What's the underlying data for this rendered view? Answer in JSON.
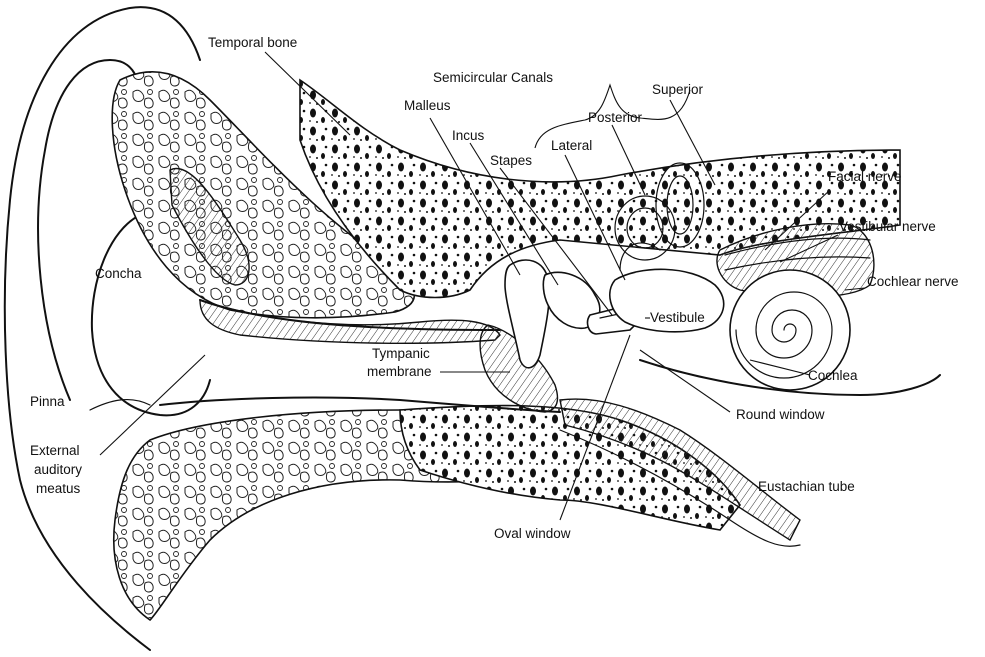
{
  "labels": {
    "temporal_bone": "Temporal bone",
    "semicircular_canals": "Semicircular Canals",
    "superior": "Superior",
    "malleus": "Malleus",
    "posterior": "Posterior",
    "incus": "Incus",
    "stapes": "Stapes",
    "lateral": "Lateral",
    "facial_nerve": "Facial nerve",
    "vestibular_nerve": "Vestibular nerve",
    "cochlear_nerve": "Cochlear nerve",
    "concha": "Concha",
    "vestibule": "Vestibule",
    "tympanic_membrane_1": "Tympanic",
    "tympanic_membrane_2": "membrane",
    "cochlea": "Cochlea",
    "pinna": "Pinna",
    "round_window": "Round window",
    "external_meatus_1": "External",
    "external_meatus_2": "auditory",
    "external_meatus_3": "meatus",
    "eustachian_tube": "Eustachian tube",
    "oval_window": "Oval window"
  }
}
